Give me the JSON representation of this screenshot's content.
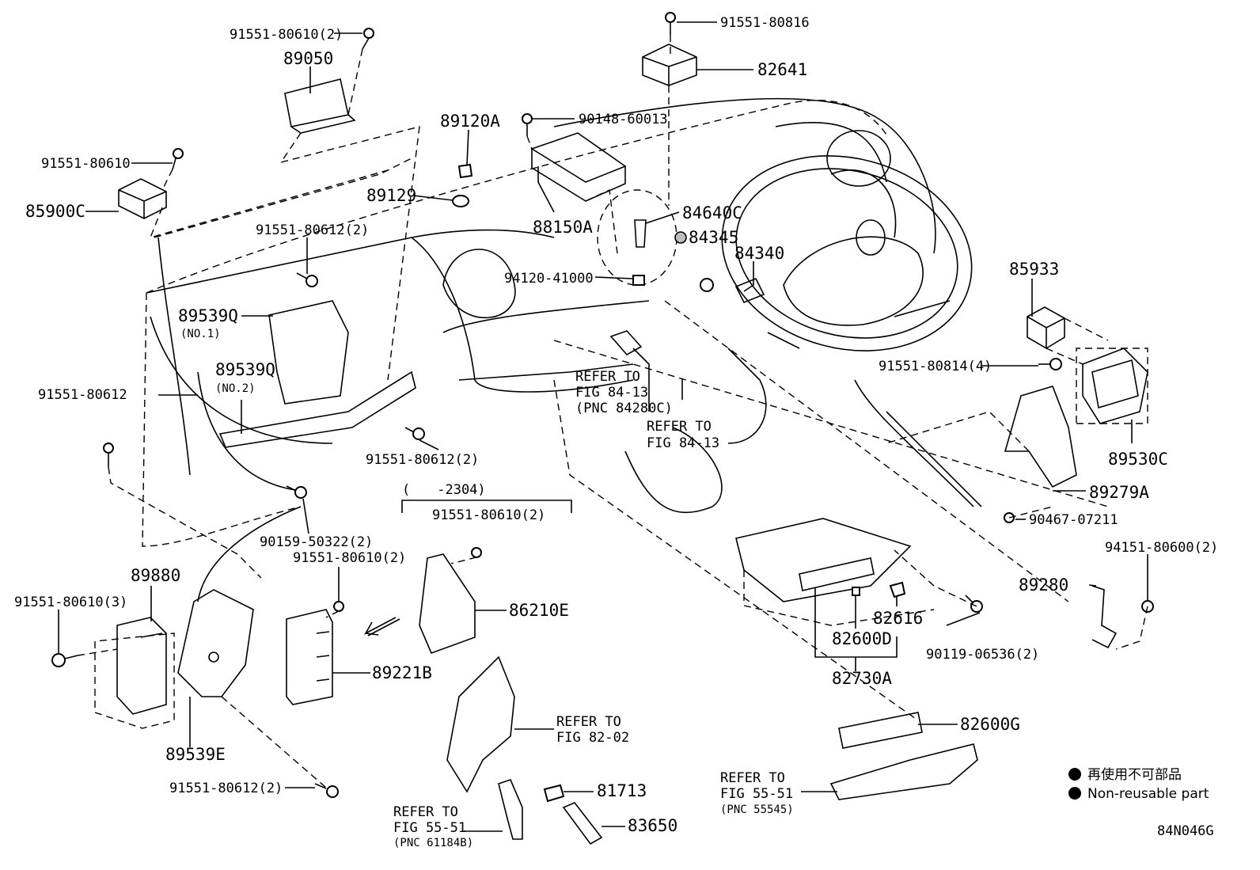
{
  "diagram_id": "84N046G",
  "legend": {
    "line1": "再使用不可部品",
    "line2": "Non-reusable part"
  },
  "labels": {
    "p_91551_80610_2_top": "91551-80610(2)",
    "p_89050": "89050",
    "p_91551_80816": "91551-80816",
    "p_82641": "82641",
    "p_89120A": "89120A",
    "p_90148_60013": "90148-60013",
    "p_91551_80610": "91551-80610",
    "p_85900C": "85900C",
    "p_89129": "89129",
    "p_88150A": "88150A",
    "p_84640C": "84640C",
    "p_84345": "84345",
    "p_91551_80612_2_a": "91551-80612(2)",
    "p_84340": "84340",
    "p_94120_41000": "94120-41000",
    "p_85933": "85933",
    "p_89539Q_1": "89539Q",
    "no1": "(NO.1)",
    "p_89539Q_2": "89539Q",
    "no2": "(NO.2)",
    "refer_a1": "REFER TO",
    "refer_a2": "FIG 84-13",
    "refer_a3": "(PNC 84280C)",
    "p_91551_80814_4": "91551-80814(4)",
    "p_91551_80612": "91551-80612",
    "refer_b1": "REFER TO",
    "refer_b2": "FIG 84-13",
    "p_91551_80612_2_b": "91551-80612(2)",
    "p_89530C": "89530C",
    "range_2304": "(　　-2304)",
    "p_89279A": "89279A",
    "p_91551_80610_2_mid": "91551-80610(2)",
    "p_90467_07211": "90467-07211",
    "p_90159_50322_2": "90159-50322(2)",
    "p_94151_80600_2": "94151-80600(2)",
    "p_89880": "89880",
    "p_91551_80610_2_low": "91551-80610(2)",
    "p_89280": "89280",
    "p_91551_80610_3": "91551-80610(3)",
    "p_86210E": "86210E",
    "p_82616": "82616",
    "p_82600D": "82600D",
    "p_90119_06536_2": "90119-06536(2)",
    "p_89221B": "89221B",
    "p_82730A": "82730A",
    "refer_c1": "REFER TO",
    "refer_c2": "FIG 82-02",
    "p_82600G": "82600G",
    "p_89539E": "89539E",
    "refer_d1": "REFER TO",
    "refer_d2": "FIG 55-51",
    "refer_d3": "(PNC 55545)",
    "p_91551_80612_2_c": "91551-80612(2)",
    "p_81713": "81713",
    "refer_e1": "REFER TO",
    "refer_e2": "FIG 55-51",
    "refer_e3": "(PNC 61184B)",
    "p_83650": "83650"
  }
}
